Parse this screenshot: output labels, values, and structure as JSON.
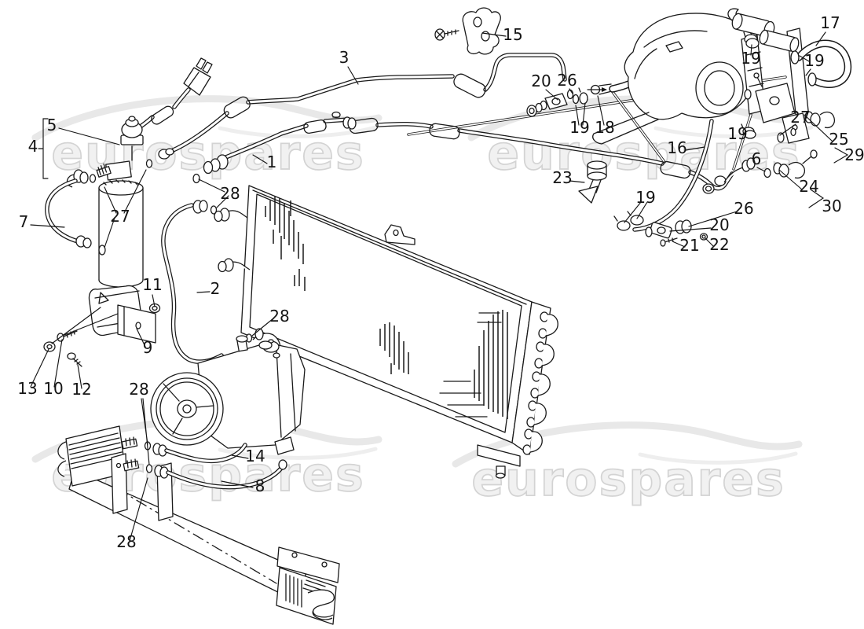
{
  "watermark": {
    "text": "eurospares"
  },
  "colors": {
    "line": "#1a1a1a",
    "watermark_fill": "#f0f0f0",
    "watermark_outline": "#cfcfcf",
    "background": "#ffffff"
  },
  "callouts": [
    {
      "n": "3"
    },
    {
      "n": "15"
    },
    {
      "n": "17"
    },
    {
      "n": "19"
    },
    {
      "n": "19"
    },
    {
      "n": "20"
    },
    {
      "n": "26"
    },
    {
      "n": "19"
    },
    {
      "n": "18"
    },
    {
      "n": "16"
    },
    {
      "n": "27"
    },
    {
      "n": "19"
    },
    {
      "n": "25"
    },
    {
      "n": "29"
    },
    {
      "n": "6"
    },
    {
      "n": "23"
    },
    {
      "n": "24"
    },
    {
      "n": "30"
    },
    {
      "n": "19"
    },
    {
      "n": "26"
    },
    {
      "n": "20"
    },
    {
      "n": "21"
    },
    {
      "n": "22"
    },
    {
      "n": "5"
    },
    {
      "n": "4"
    },
    {
      "n": "1"
    },
    {
      "n": "7"
    },
    {
      "n": "27"
    },
    {
      "n": "28"
    },
    {
      "n": "2"
    },
    {
      "n": "11"
    },
    {
      "n": "9"
    },
    {
      "n": "13"
    },
    {
      "n": "10"
    },
    {
      "n": "12"
    },
    {
      "n": "28"
    },
    {
      "n": "28"
    },
    {
      "n": "14"
    },
    {
      "n": "8"
    },
    {
      "n": "28"
    }
  ]
}
